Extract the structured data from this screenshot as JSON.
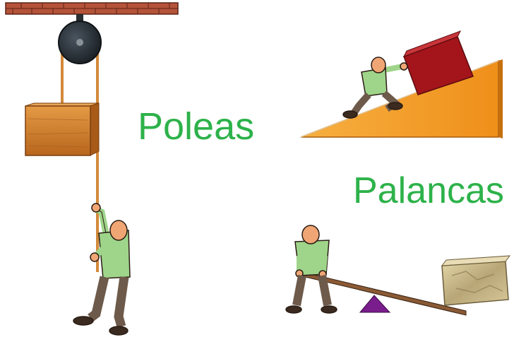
{
  "labels": {
    "pulleys": "Poleas",
    "levers": "Palancas"
  },
  "illustrations": [
    {
      "name": "pulley-illustration",
      "icon": "pulley-icon"
    },
    {
      "name": "inclined-plane-illustration",
      "icon": "inclined-plane-icon"
    },
    {
      "name": "lever-illustration",
      "icon": "lever-icon"
    }
  ],
  "colors": {
    "label_green": "#2db24a",
    "brick": "#b5533a",
    "wood": "#d9822b",
    "ramp": "#f39a24",
    "crate_red": "#a3151b",
    "shirt_green": "#9fd58a",
    "pants_brown": "#6e5a4a",
    "skin": "#f0a674",
    "fulcrum_purple": "#7a1d8c",
    "stone": "#c8ba8c"
  }
}
